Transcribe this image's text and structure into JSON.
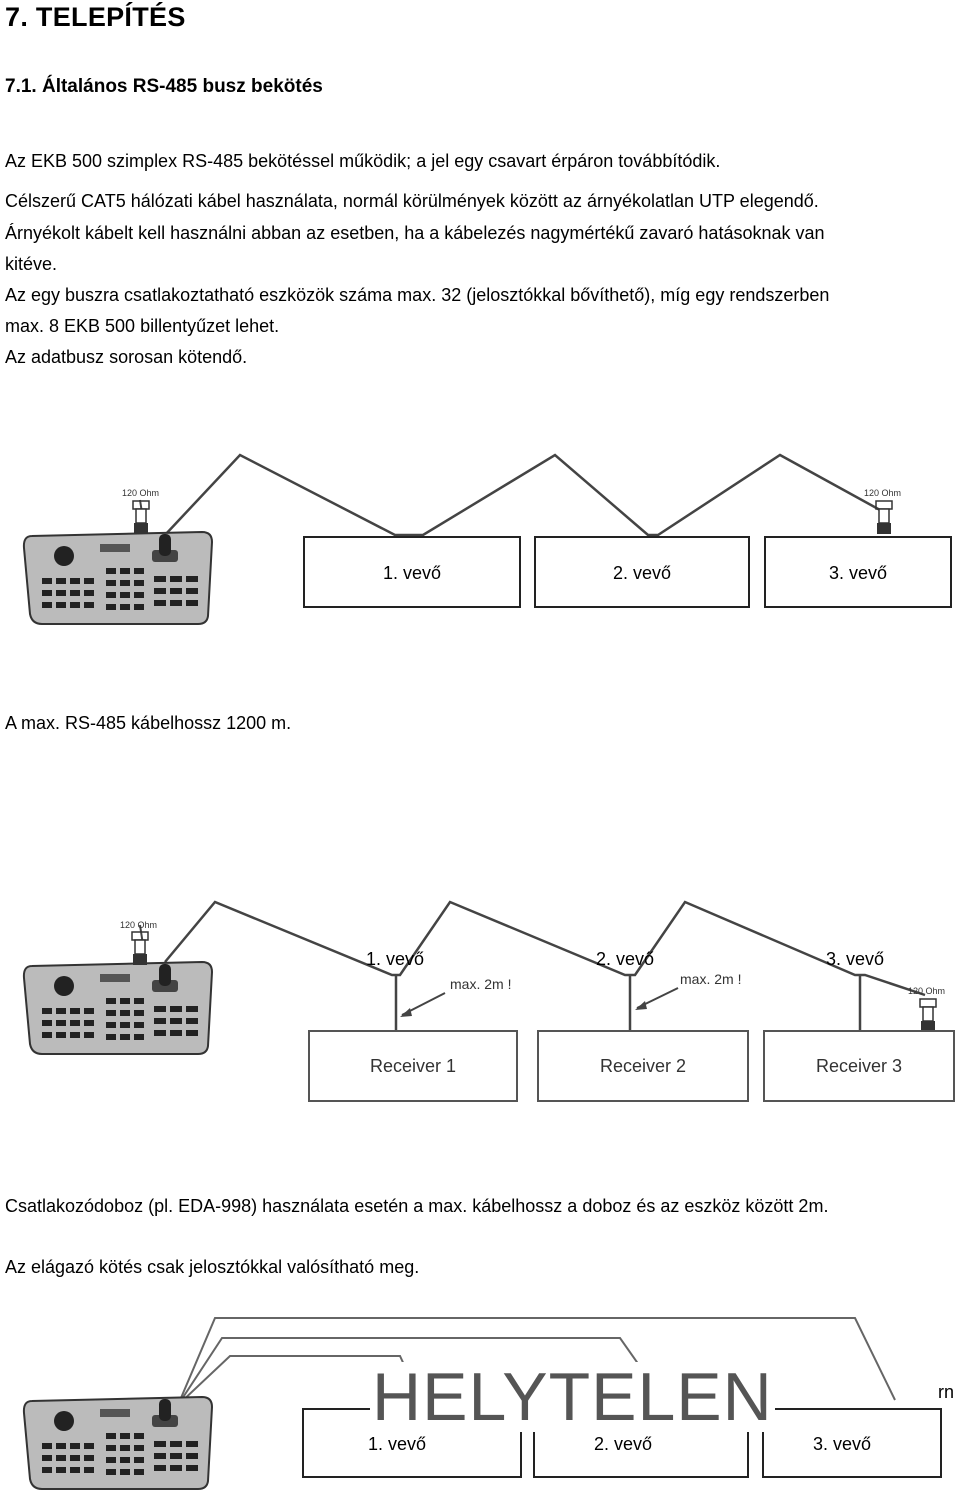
{
  "heading": "7. TELEPÍTÉS",
  "subheading": "7.1. Általános RS-485 busz bekötés",
  "paragraphs": [
    "Az EKB 500 szimplex RS-485 bekötéssel működik; a jel egy csavart érpáron továbbítódik.",
    "Célszerű CAT5 hálózati kábel használata, normál körülmények között az árnyékolatlan UTP elegendő.",
    "Árnyékolt kábelt kell használni abban az esetben, ha a kábelezés nagymértékű zavaró hatásoknak van",
    "kitéve.",
    "Az egy buszra csatlakoztatható eszközök száma max. 32 (jelosztókkal bővíthető), míg egy rendszerben",
    "max. 8 EKB 500 billentyűzet lehet.",
    "Az adatbusz sorosan kötendő."
  ],
  "diagram1": {
    "ohm_left": "120 Ohm",
    "ohm_right": "120 Ohm",
    "receivers": [
      "1. vevő",
      "2. vevő",
      "3. vevő"
    ]
  },
  "caption1": "A max. RS-485 kábelhossz 1200 m.",
  "diagram2": {
    "ohm_left": "120 Ohm",
    "ohm_right": "120 Ohm",
    "labels": [
      "1. vevő",
      "2. vevő",
      "3. vevő"
    ],
    "max_labels": [
      "max. 2m !",
      "max. 2m !"
    ],
    "receivers": [
      "Receiver 1",
      "Receiver 2",
      "Receiver 3"
    ]
  },
  "caption2": "Csatlakozódoboz (pl. EDA-998) használata esetén a max. kábelhossz a doboz és az eszköz között 2m.",
  "caption3": "Az elágazó kötés csak jelosztókkal valósítható meg.",
  "diagram3": {
    "wrong_label": "HELYTELEN",
    "edge_text": "rn",
    "receivers": [
      "1. vevő",
      "2. vevő",
      "3. vevő"
    ]
  }
}
